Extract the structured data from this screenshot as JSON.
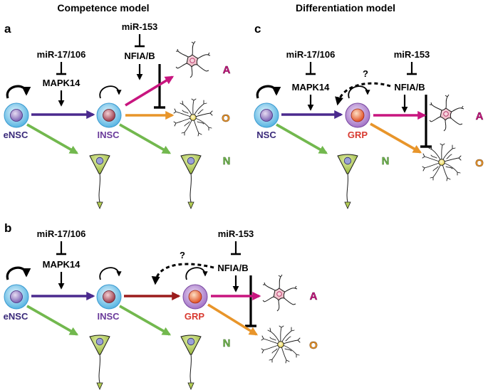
{
  "titles": {
    "left": "Competence model",
    "right": "Differentiation model"
  },
  "panels": {
    "a": "a",
    "b": "b",
    "c": "c"
  },
  "regulators": {
    "mir17": "miR-17/106",
    "mapk14": "MAPK14",
    "mir153": "miR-153",
    "nfia": "NFIA/B",
    "question": "?"
  },
  "cells": {
    "ensc": "eNSC",
    "insc": "INSC",
    "nsc": "NSC",
    "grp": "GRP"
  },
  "fates": {
    "astro": "A",
    "oligo": "O",
    "neuron": "N"
  },
  "colors": {
    "purple_arrow": "#4b2a8e",
    "astro_arrow": "#c8157f",
    "oligo_arrow": "#e8952a",
    "neuron_arrow": "#72b84e",
    "grp_arrow": "#9b1c1c",
    "stem_cell": "#7ec8ea",
    "grp_cell": "#b88ad2",
    "astro_cell": "#f2c4cf",
    "neuron_cell": "#b2cc54",
    "ensc_label": "#3a2a7a",
    "insc_label": "#6a3a9a",
    "grp_label": "#d83a30",
    "astro_label": "#c8157f",
    "oligo_label": "#e8952a",
    "neuron_label": "#72b84e"
  }
}
